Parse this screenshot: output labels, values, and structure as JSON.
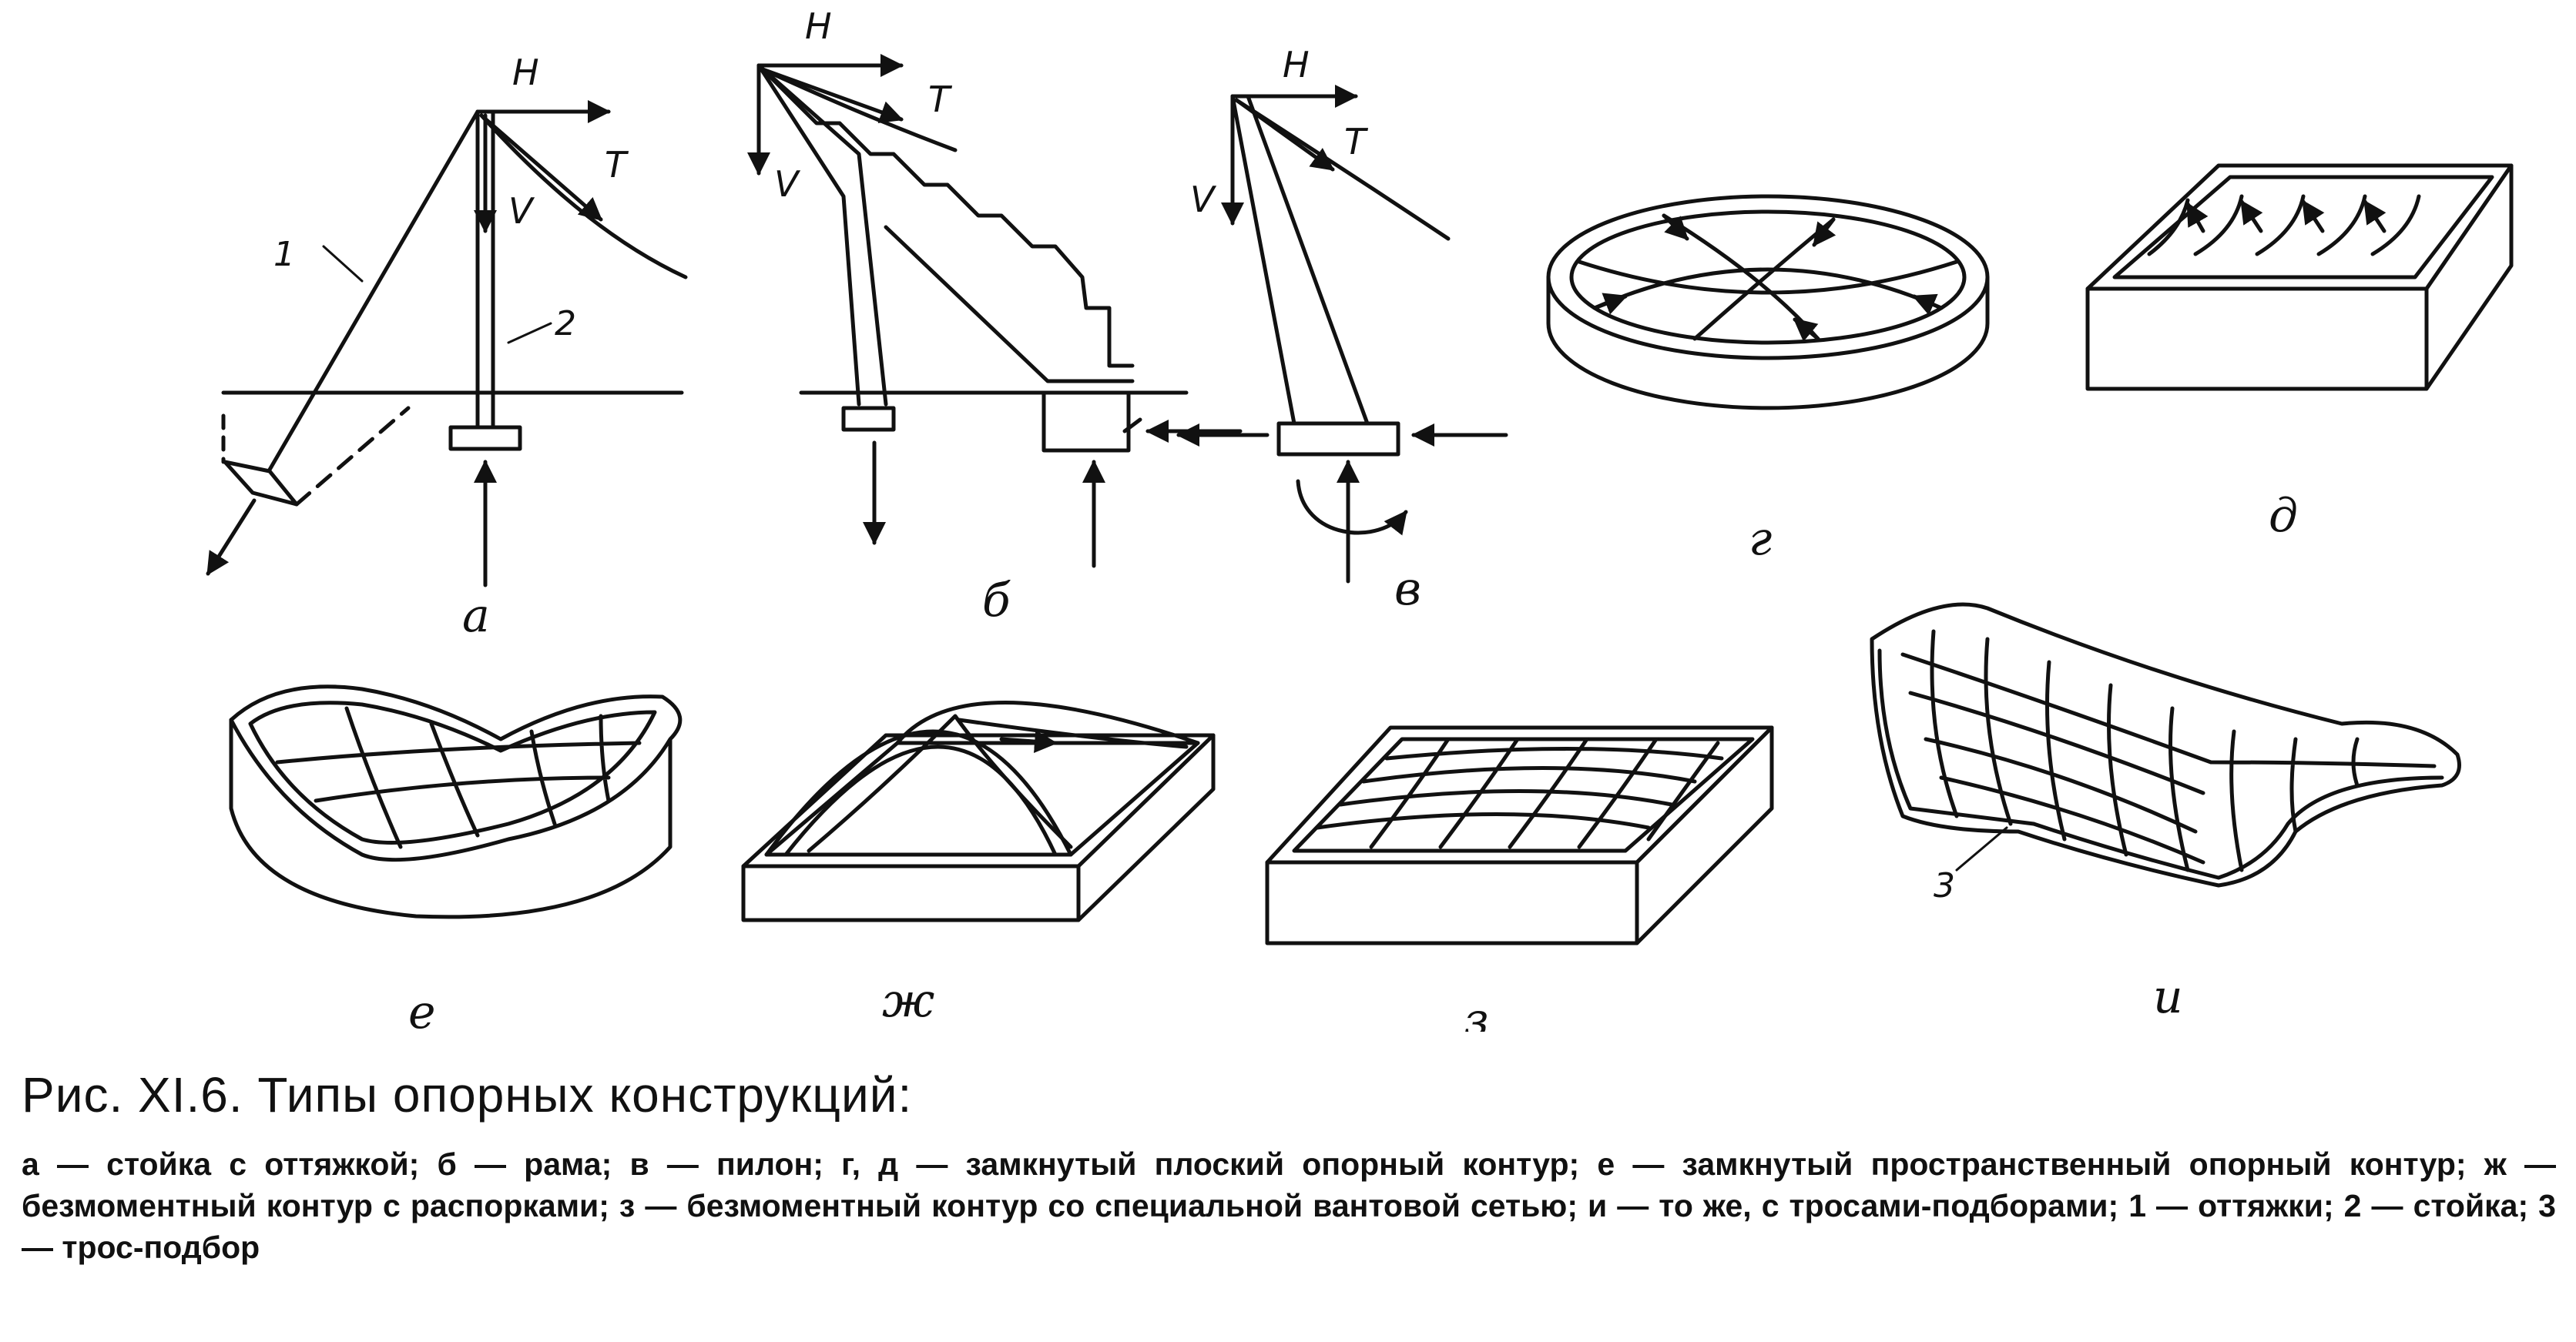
{
  "figure": {
    "panel_labels": {
      "a": "а",
      "b": "б",
      "v": "в",
      "g": "г",
      "d": "д",
      "e": "е",
      "zh": "ж",
      "z": "з",
      "i": "и"
    },
    "forces": {
      "H": "H",
      "T": "T",
      "V": "V"
    },
    "part_numbers": {
      "guy": "1",
      "post": "2",
      "cable": "3"
    }
  },
  "caption": {
    "title": "Рис. XI.6. Типы опорных конструкций:",
    "text": "а — стойка с оттяжкой; б — рама; в — пилон; г, д — замкнутый плоский опорный контур; е — замкнутый пространственный опорный контур; ж — безмоментный контур с распорками; з — безмоментный контур со специальной вантовой сетью; и — то же, с тросами-подборами; 1 — оттяжки; 2 — стойка; 3 — трос-подбор"
  }
}
